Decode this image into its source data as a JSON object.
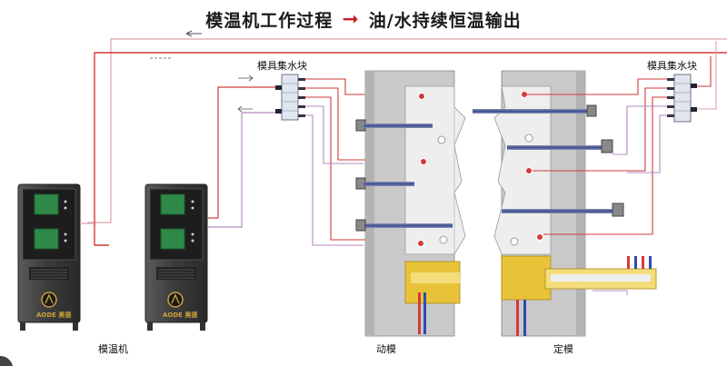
{
  "title": {
    "left": "模温机工作过程",
    "arrow": "➞",
    "right": "油/水持续恒温输出"
  },
  "labels": {
    "manifold_left": "模具集水块",
    "manifold_right": "模具集水块",
    "machine": "模温机",
    "moving_mold": "动模",
    "fixed_mold": "定模"
  },
  "machine_brand": "AODE 奥德",
  "colors": {
    "supply_line": "#d43a3a",
    "return_line": "#b58bc0",
    "mold_plate": "#c9c9c9",
    "cavity": "#eeeeee",
    "nozzle": "#e8c33a",
    "cabinet": "#3c3c3c",
    "panel": "#2f8a4a"
  }
}
